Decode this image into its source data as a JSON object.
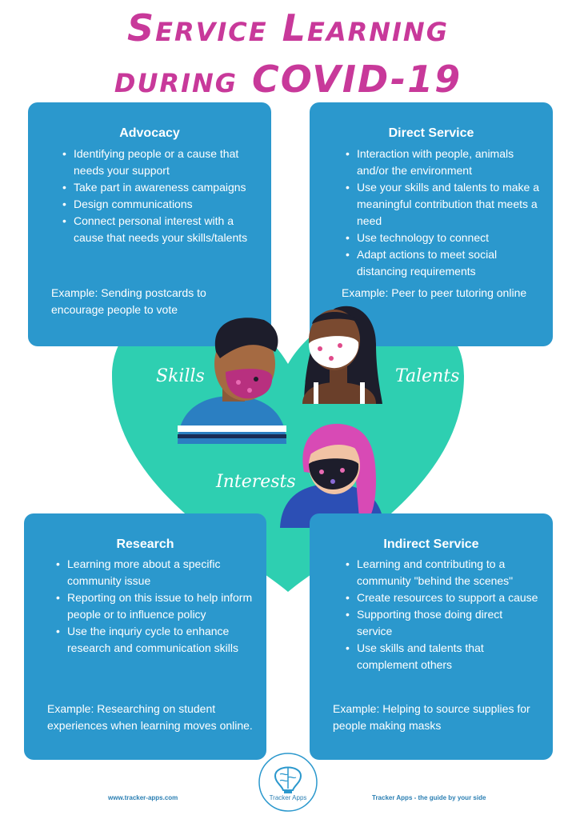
{
  "title": {
    "line1": "Service Learning",
    "line2": "during COVID-19"
  },
  "colors": {
    "title": "#c8399a",
    "card": "#2b98cd",
    "heart": "#2ecfb1",
    "text": "#ffffff"
  },
  "cards": {
    "advocacy": {
      "heading": "Advocacy",
      "items": [
        "Identifying people or a cause that needs your support",
        "Take part in awareness campaigns",
        "Design communications",
        "Connect personal interest with a cause that needs your skills/talents"
      ],
      "example": "Example: Sending postcards to encourage people to vote"
    },
    "direct": {
      "heading": "Direct Service",
      "items": [
        "Interaction with people, animals and/or the environment",
        "Use your skills and talents to make a meaningful contribution that meets a need",
        "Use technology to connect",
        "Adapt actions to meet social distancing requirements"
      ],
      "example": "Example: Peer to peer tutoring online"
    },
    "research": {
      "heading": "Research",
      "items": [
        "Learning more about a specific  community issue",
        "Reporting on this issue to help inform people or to influence policy",
        "Use the inquriy cycle to enhance research and communication skills"
      ],
      "example": "Example:  Researching on student experiences when learning moves online."
    },
    "indirect": {
      "heading": "Indirect Service",
      "items": [
        "Learning and contributing to a community \"behind the scenes\"",
        "Create resources to support a cause",
        "Supporting those doing direct service",
        "Use skills and talents that complement others"
      ],
      "example": "Example:  Helping to source supplies for people making masks"
    }
  },
  "labels": {
    "skills": "Skills",
    "talents": "Talents",
    "interests": "Interests"
  },
  "footer": {
    "website": "www.tracker-apps.com",
    "logo_text": "Tracker Apps",
    "tagline": "Tracker Apps - the guide by your side"
  }
}
